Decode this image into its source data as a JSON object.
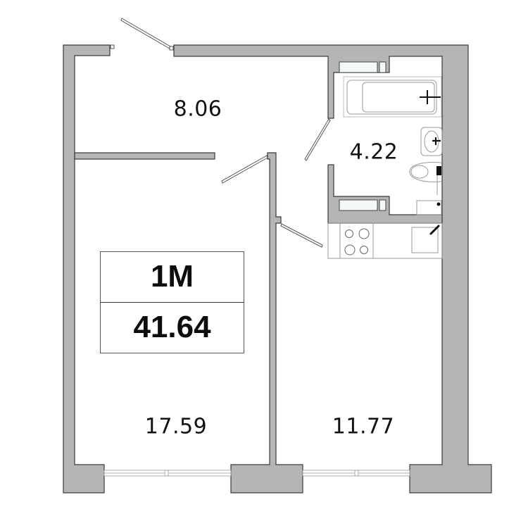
{
  "plan": {
    "apartment_type": "1М",
    "total_area": "41.64",
    "rooms": [
      {
        "id": "hall",
        "area": "8.06"
      },
      {
        "id": "bathroom",
        "area": "4.22"
      },
      {
        "id": "living-room",
        "area": "17.59"
      },
      {
        "id": "kitchen",
        "area": "11.77"
      }
    ]
  },
  "colors": {
    "wall_fill": "#b5b5b5",
    "wall_stroke": "#3a3a3a",
    "fixture_stroke": "#888888",
    "text": "#111111"
  }
}
